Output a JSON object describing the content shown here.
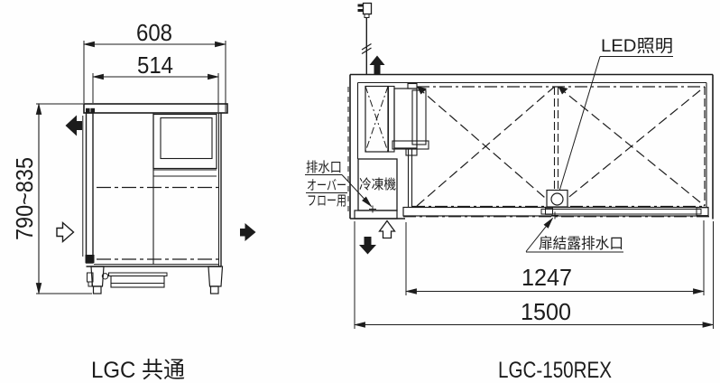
{
  "page": {
    "background": "#ffffff",
    "line_color": "#1c1c1c"
  },
  "left_view": {
    "caption": "LGC 共通",
    "dims": {
      "outer_width": "608",
      "inner_width": "514",
      "height_range": "790~835"
    }
  },
  "right_view": {
    "caption": "LGC-150REX",
    "labels": {
      "led": "LED照明",
      "drain_line1": "排水口",
      "drain_line2": "オーバー",
      "drain_line3": "フロー用",
      "refrigeration_unit": "冷凍機",
      "door_drain": "扉結露排水口"
    },
    "dims": {
      "inner_width": "1247",
      "outer_width": "1500"
    }
  }
}
